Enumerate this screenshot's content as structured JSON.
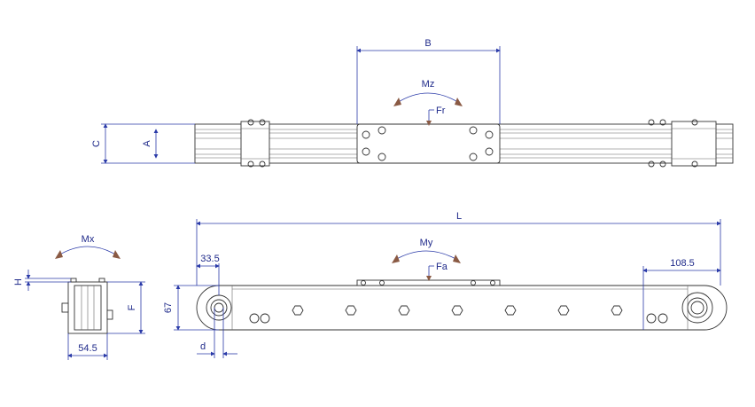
{
  "colors": {
    "dimension": "#2a3aa8",
    "outline": "#333333",
    "force_marker": "#8a5a44",
    "background": "#ffffff"
  },
  "top_view": {
    "labels": {
      "B": "B",
      "C": "C",
      "A": "A",
      "Mz": "Mz",
      "Fr": "Fr"
    }
  },
  "front_view": {
    "labels": {
      "L": "L",
      "My": "My",
      "Fa": "Fa",
      "d": "d",
      "height": "67",
      "left_offset": "33.5",
      "right_offset": "108.5"
    }
  },
  "side_view": {
    "labels": {
      "Mx": "Mx",
      "H": "H",
      "F": "F",
      "width": "54.5"
    }
  }
}
